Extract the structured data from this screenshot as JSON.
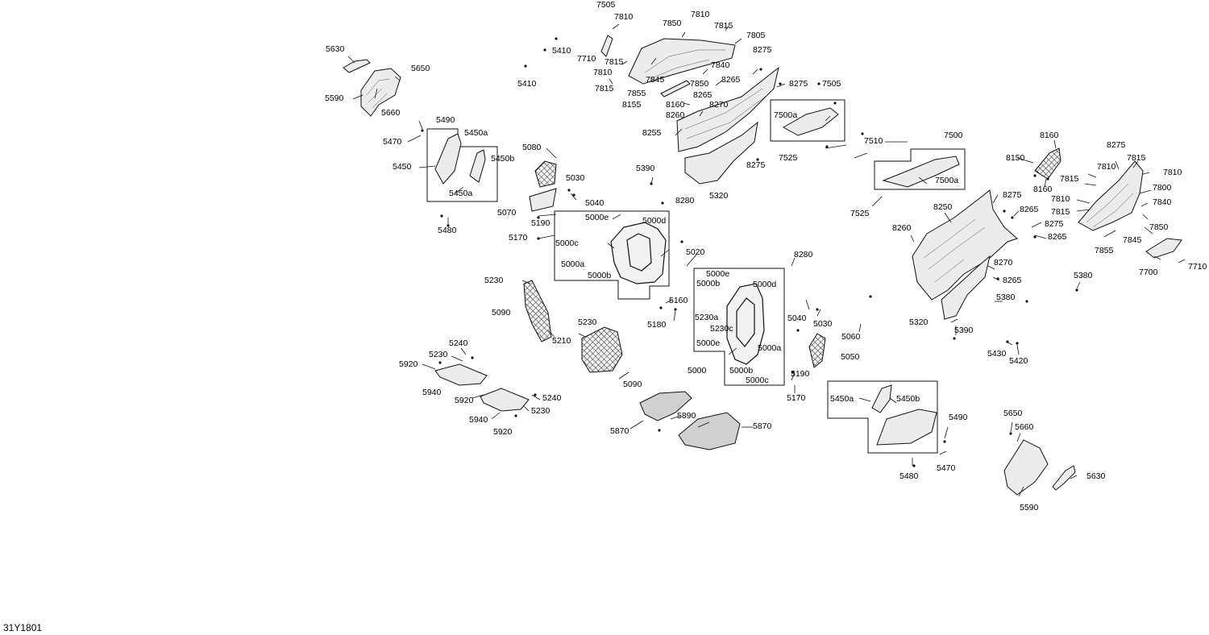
{
  "figure_id": "31Y1801",
  "callouts": [
    {
      "text": "7505"
    },
    {
      "text": "7810"
    },
    {
      "text": "7850"
    },
    {
      "text": "7810"
    },
    {
      "text": "7815"
    },
    {
      "text": "7805"
    },
    {
      "text": "5410"
    },
    {
      "text": "7710"
    },
    {
      "text": "7815"
    },
    {
      "text": "7810"
    },
    {
      "text": "8275"
    },
    {
      "text": "7840"
    },
    {
      "text": "8265"
    },
    {
      "text": "5410"
    },
    {
      "text": "7845"
    },
    {
      "text": "7850"
    },
    {
      "text": "8275"
    },
    {
      "text": "7815"
    },
    {
      "text": "7855"
    },
    {
      "text": "8265"
    },
    {
      "text": "7505"
    },
    {
      "text": "8155"
    },
    {
      "text": "8160"
    },
    {
      "text": "8270"
    },
    {
      "text": "8260"
    },
    {
      "text": "7500a"
    },
    {
      "text": "8255"
    },
    {
      "text": "7510"
    },
    {
      "text": "7500"
    },
    {
      "text": "8160"
    },
    {
      "text": "8275"
    },
    {
      "text": "7525"
    },
    {
      "text": "8275"
    },
    {
      "text": "8150"
    },
    {
      "text": "7815"
    },
    {
      "text": "5390"
    },
    {
      "text": "7810"
    },
    {
      "text": "7815"
    },
    {
      "text": "7810"
    },
    {
      "text": "7500a"
    },
    {
      "text": "8160"
    },
    {
      "text": "7800"
    },
    {
      "text": "5320"
    },
    {
      "text": "8275"
    },
    {
      "text": "8280"
    },
    {
      "text": "7810"
    },
    {
      "text": "7840"
    },
    {
      "text": "7525"
    },
    {
      "text": "8250"
    },
    {
      "text": "8265"
    },
    {
      "text": "7815"
    },
    {
      "text": "8275"
    },
    {
      "text": "7850"
    },
    {
      "text": "8260"
    },
    {
      "text": "8265"
    },
    {
      "text": "7845"
    },
    {
      "text": "7855"
    },
    {
      "text": "7700"
    },
    {
      "text": "7710"
    },
    {
      "text": "8270"
    },
    {
      "text": "8265"
    },
    {
      "text": "5380"
    },
    {
      "text": "5380"
    },
    {
      "text": "5320"
    },
    {
      "text": "5390"
    },
    {
      "text": "5430"
    },
    {
      "text": "5420"
    },
    {
      "text": "5630"
    },
    {
      "text": "5650"
    },
    {
      "text": "5590"
    },
    {
      "text": "5660"
    },
    {
      "text": "5490"
    },
    {
      "text": "5470"
    },
    {
      "text": "5450a"
    },
    {
      "text": "5450b"
    },
    {
      "text": "5080"
    },
    {
      "text": "5450"
    },
    {
      "text": "5450a"
    },
    {
      "text": "5030"
    },
    {
      "text": "5040"
    },
    {
      "text": "5070"
    },
    {
      "text": "5480"
    },
    {
      "text": "5190"
    },
    {
      "text": "5170"
    },
    {
      "text": "5000e"
    },
    {
      "text": "5000d"
    },
    {
      "text": "5000c"
    },
    {
      "text": "5000a"
    },
    {
      "text": "5000b"
    },
    {
      "text": "5020"
    },
    {
      "text": "8280"
    },
    {
      "text": "5230"
    },
    {
      "text": "5000e"
    },
    {
      "text": "5000b"
    },
    {
      "text": "5000d"
    },
    {
      "text": "5090"
    },
    {
      "text": "5160"
    },
    {
      "text": "5180"
    },
    {
      "text": "5230a"
    },
    {
      "text": "5230c"
    },
    {
      "text": "5040"
    },
    {
      "text": "5030"
    },
    {
      "text": "5230"
    },
    {
      "text": "5210"
    },
    {
      "text": "5060"
    },
    {
      "text": "5240"
    },
    {
      "text": "5000e"
    },
    {
      "text": "5000a"
    },
    {
      "text": "5050"
    },
    {
      "text": "5230"
    },
    {
      "text": "5920"
    },
    {
      "text": "5000b"
    },
    {
      "text": "5000"
    },
    {
      "text": "5190"
    },
    {
      "text": "5000c"
    },
    {
      "text": "5090"
    },
    {
      "text": "5940"
    },
    {
      "text": "5170"
    },
    {
      "text": "5240"
    },
    {
      "text": "5920"
    },
    {
      "text": "5230"
    },
    {
      "text": "5450a"
    },
    {
      "text": "5450b"
    },
    {
      "text": "5940"
    },
    {
      "text": "5890"
    },
    {
      "text": "5870"
    },
    {
      "text": "5870"
    },
    {
      "text": "5920"
    },
    {
      "text": "5490"
    },
    {
      "text": "5650"
    },
    {
      "text": "5660"
    },
    {
      "text": "5470"
    },
    {
      "text": "5480"
    },
    {
      "text": "5630"
    },
    {
      "text": "5590"
    }
  ]
}
